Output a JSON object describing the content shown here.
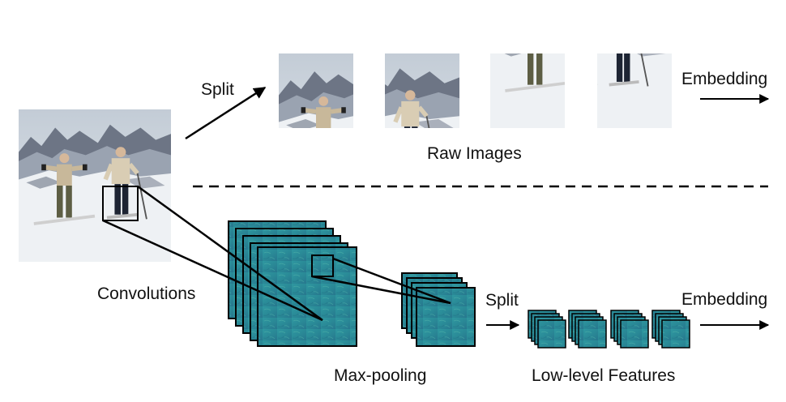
{
  "labels": {
    "split_top": "Split",
    "embedding_top": "Embedding",
    "raw_images": "Raw Images",
    "convolutions": "Convolutions",
    "split_bottom": "Split",
    "embedding_bottom": "Embedding",
    "max_pooling": "Max-pooling",
    "low_level_features": "Low-level Features"
  },
  "colors": {
    "feature_map": "#2a8f96",
    "feature_map_light": "#3fa6a0",
    "feature_map_dark": "#1f6f86",
    "snow": "#eef1f4",
    "mountain": "#6b7384",
    "sky": "#c9d1da",
    "ink": "#000000"
  },
  "icons": {
    "input_photo": "skiers-photo",
    "raw_patches": [
      "skiers-upper-left-patch",
      "skiers-upper-right-patch",
      "skiers-lower-left-patch",
      "skiers-lower-right-patch"
    ]
  }
}
